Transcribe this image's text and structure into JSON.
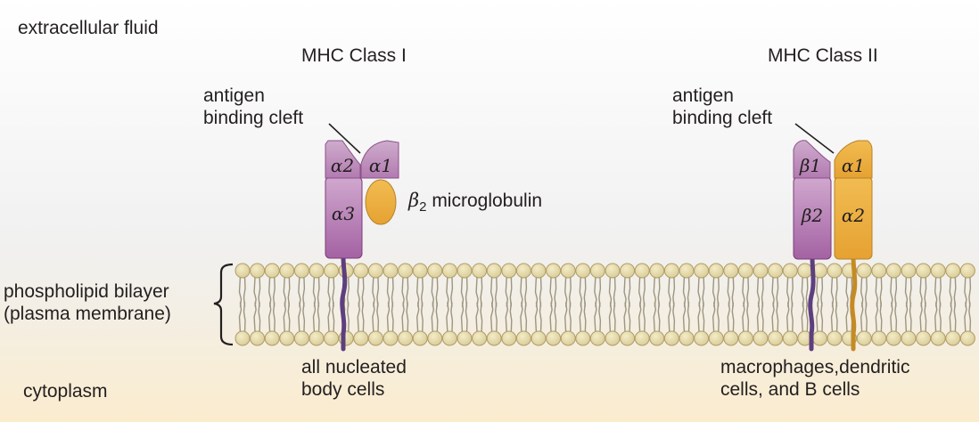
{
  "regions": {
    "extracellular": "extracellular fluid",
    "cytoplasm": "cytoplasm"
  },
  "membrane": {
    "label": "phospholipid bilayer\n(plasma membrane)"
  },
  "mhc1": {
    "title": "MHC Class I",
    "cleft_label": "antigen\nbinding cleft",
    "domains": {
      "a1": "α1",
      "a2": "α2",
      "a3": "α3"
    },
    "beta2_symbol": "β",
    "beta2_subscript": "2",
    "beta2_text": " microglobulin",
    "cells": "all nucleated\nbody cells"
  },
  "mhc2": {
    "title": "MHC Class II",
    "cleft_label": "antigen\nbinding cleft",
    "domains": {
      "b1": "β1",
      "b2": "β2",
      "a1": "α1",
      "a2": "α2"
    },
    "cells": "macrophages,dendritic\ncells, and B cells"
  },
  "colors": {
    "bg_top": "#ffffff",
    "bg_mid": "#f2f2f2",
    "bg_bottom": "#fbecce",
    "head": "#e5ddb0",
    "head_stroke": "#b09d6a",
    "tail": "#9c9580",
    "purple_light": "#c493c1",
    "purple_dark": "#a85fa7",
    "purple_stroke": "#7c3d7b",
    "orange": "#ecae3c",
    "orange_stroke": "#b88228",
    "tm_purple": "#5e3f7e",
    "tm_orange": "#c48b25"
  }
}
